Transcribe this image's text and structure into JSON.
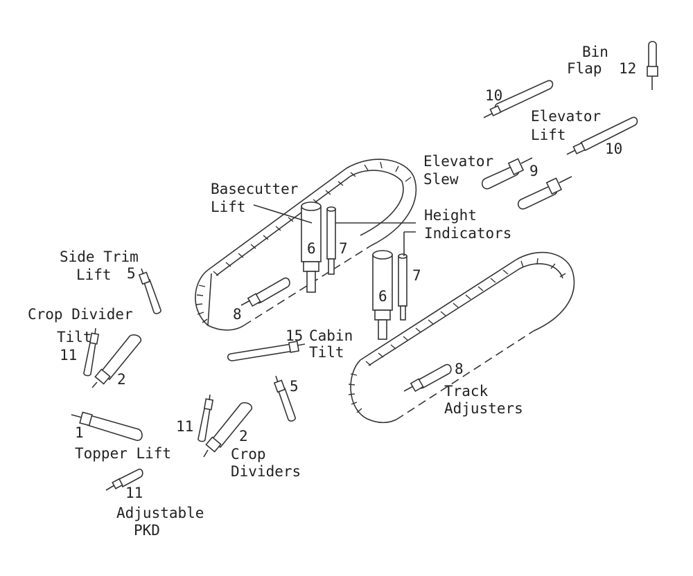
{
  "labels": {
    "bin": "Bin",
    "flap": "Flap",
    "elevator_lift_1": "Elevator",
    "elevator_lift_2": "Lift",
    "elevator_slew_1": "Elevator",
    "elevator_slew_2": "Slew",
    "basecutter_1": "Basecutter",
    "basecutter_2": "Lift",
    "height_1": "Height",
    "height_2": "Indicators",
    "side_trim_1": "Side Trim",
    "side_trim_2": "Lift",
    "crop_divider_1": "Crop Divider",
    "crop_divider_2": "Tilt",
    "cabin_1": "Cabin",
    "cabin_2": "Tilt",
    "track_1": "Track",
    "track_2": "Adjusters",
    "topper": "Topper Lift",
    "crop_dividers_1": "Crop",
    "crop_dividers_2": "Dividers",
    "pkd_1": "Adjustable",
    "pkd_2": "PKD"
  },
  "numbers": {
    "n12": "12",
    "n10a": "10",
    "n10b": "10",
    "n9": "9",
    "n6a": "6",
    "n7a": "7",
    "n6b": "6",
    "n7b": "7",
    "n8a": "8",
    "n8b": "8",
    "n5a": "5",
    "n5b": "5",
    "n11a": "11",
    "n11b": "11",
    "n11c": "11",
    "n2a": "2",
    "n2b": "2",
    "n15": "15",
    "n1": "1"
  }
}
